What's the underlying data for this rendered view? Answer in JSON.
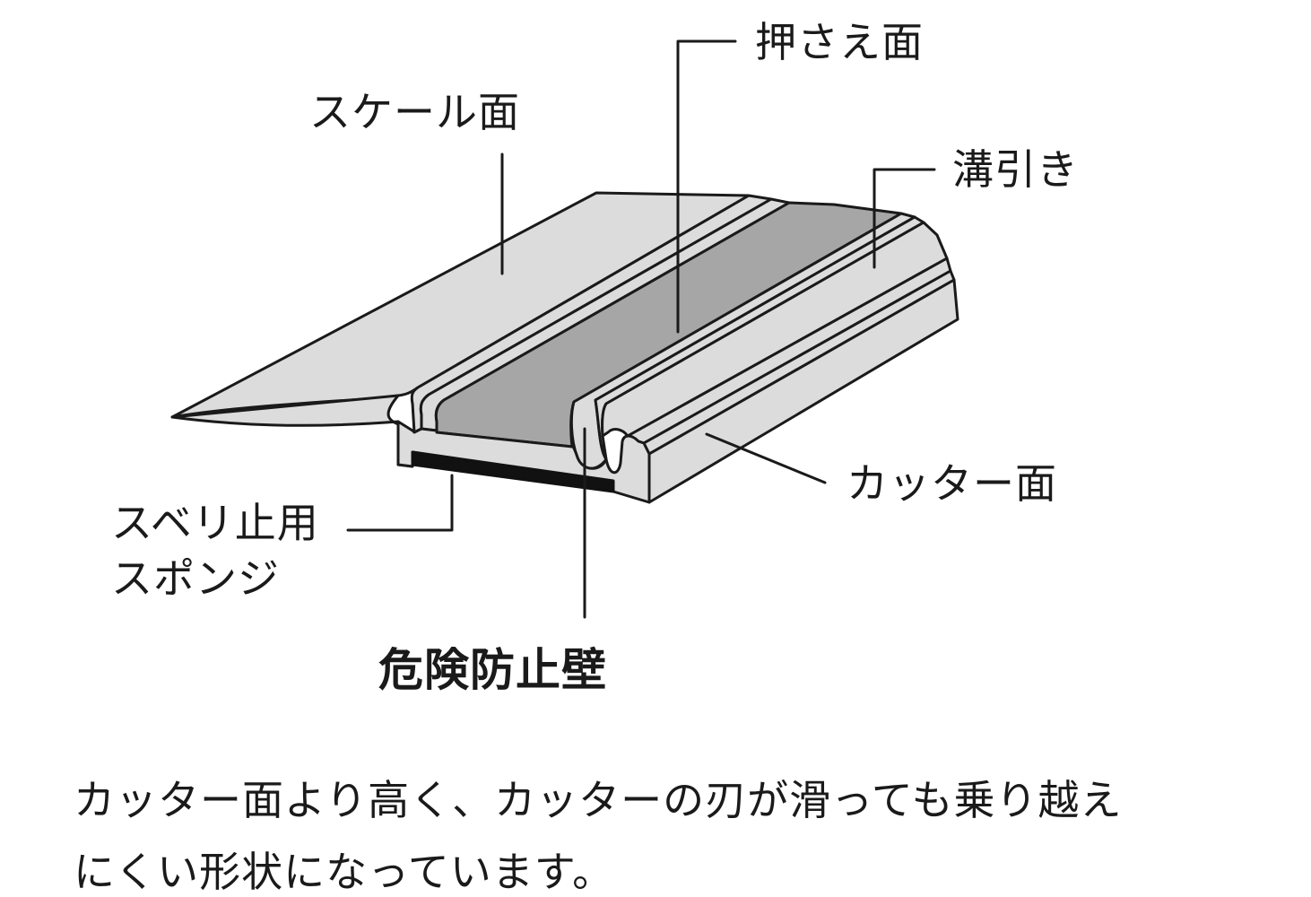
{
  "labels": {
    "scale_face": "スケール面",
    "press_face": "押さえ面",
    "groove": "溝引き",
    "cutter_face": "カッター面",
    "sponge_line1": "スベリ止用",
    "sponge_line2": "スポンジ",
    "safety_wall": "危険防止壁"
  },
  "caption": {
    "line1": "カッター面より高く、カッターの刃が滑っても乗り越え",
    "line2": "にくい形状になっています。"
  },
  "colors": {
    "surface_light": "#dcdcdc",
    "surface_dark": "#a6a6a6",
    "sponge": "#111111",
    "outline": "#1a1a1a"
  }
}
